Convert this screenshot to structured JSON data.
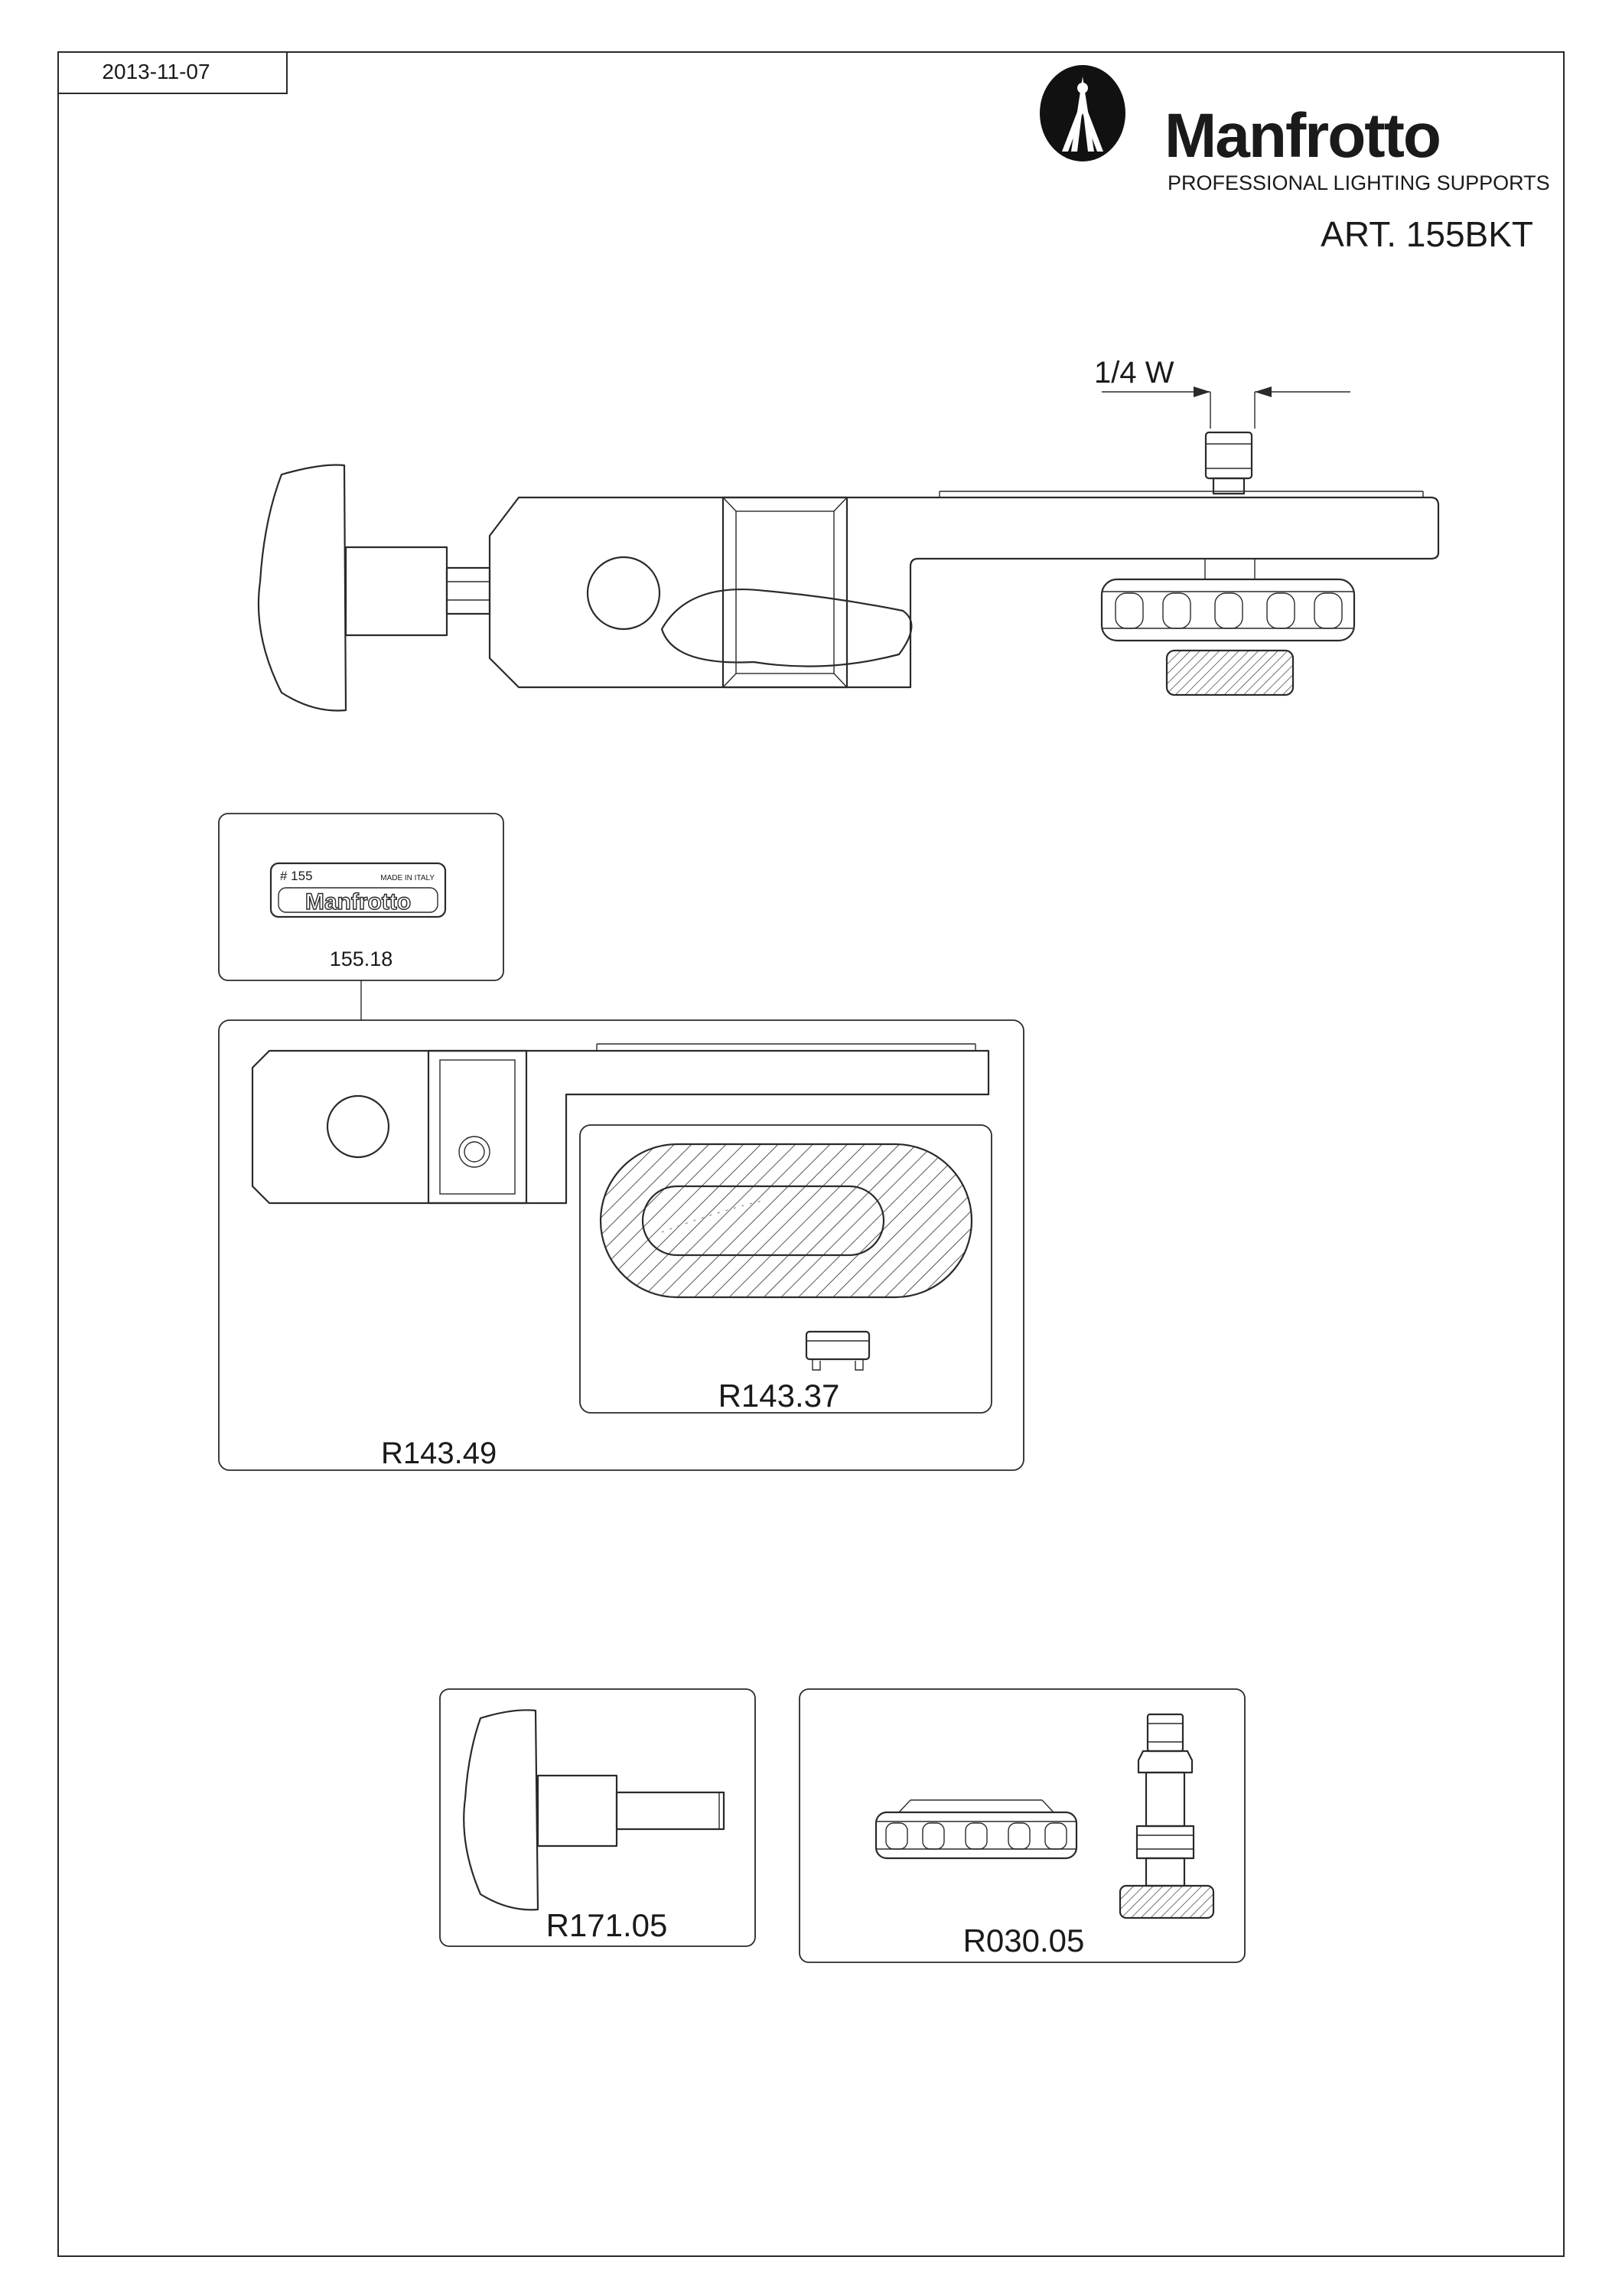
{
  "date": "2013-11-07",
  "brand": {
    "name": "Manfrotto",
    "subtitle": "PROFESSIONAL LIGHTING SUPPORTS",
    "logo_icon": "manfrotto-tripod-logo-icon"
  },
  "article": "ART. 155BKT",
  "dimension": {
    "thread": "1/4 W"
  },
  "label_plate": {
    "number": "# 155",
    "origin": "MADE IN ITALY",
    "brand": "Manfrotto",
    "code": "155.18"
  },
  "parts": {
    "bracket_code": "R143.49",
    "slot_code": "R143.37",
    "knob_code": "R171.05",
    "stud_code": "R030.05"
  }
}
